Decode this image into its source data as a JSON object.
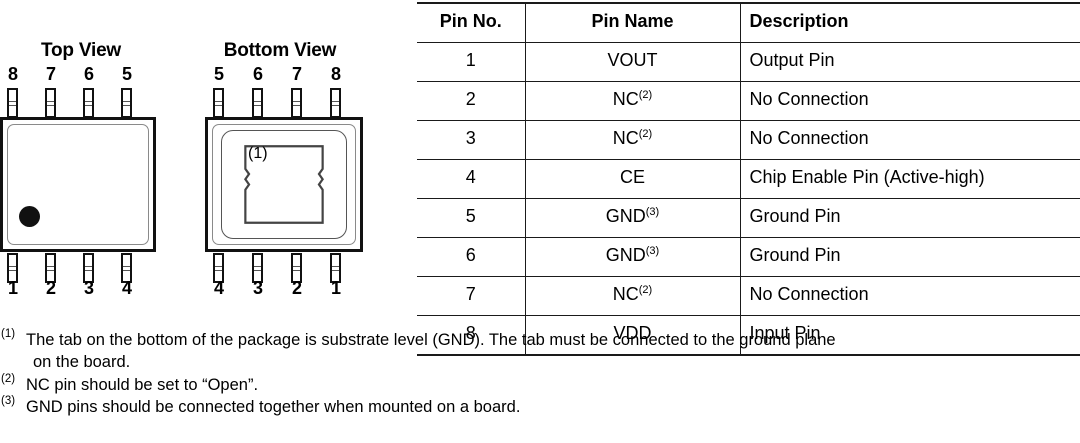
{
  "diagrams": {
    "top_view": {
      "title": "Top View",
      "top_pins": [
        "8",
        "7",
        "6",
        "5"
      ],
      "bottom_pins": [
        "1",
        "2",
        "3",
        "4"
      ],
      "pin1_marker": "dot"
    },
    "bottom_view": {
      "title": "Bottom View",
      "top_pins": [
        "5",
        "6",
        "7",
        "8"
      ],
      "bottom_pins": [
        "4",
        "3",
        "2",
        "1"
      ],
      "pad_label": "(1)"
    }
  },
  "table": {
    "headers": {
      "pin_no": "Pin No.",
      "pin_name": "Pin Name",
      "description": "Description"
    },
    "rows": [
      {
        "no": "1",
        "name": "VOUT",
        "name_sup": "",
        "description": "Output Pin"
      },
      {
        "no": "2",
        "name": "NC",
        "name_sup": "(2)",
        "description": "No Connection"
      },
      {
        "no": "3",
        "name": "NC",
        "name_sup": "(2)",
        "description": "No Connection"
      },
      {
        "no": "4",
        "name": "CE",
        "name_sup": "",
        "description": "Chip Enable Pin (Active-high)"
      },
      {
        "no": "5",
        "name": "GND",
        "name_sup": "(3)",
        "description": "Ground Pin"
      },
      {
        "no": "6",
        "name": "GND",
        "name_sup": "(3)",
        "description": "Ground Pin"
      },
      {
        "no": "7",
        "name": "NC",
        "name_sup": "(2)",
        "description": "No Connection"
      },
      {
        "no": "8",
        "name": "VDD",
        "name_sup": "",
        "description": "Input Pin"
      }
    ]
  },
  "footnotes": [
    {
      "marker": "(1)",
      "line1": "The tab on the bottom of the package is substrate level (GND). The tab must be connected to the ground plane",
      "line2": "on the board."
    },
    {
      "marker": "(2)",
      "line1": "NC pin should be set to “Open”.",
      "line2": ""
    },
    {
      "marker": "(3)",
      "line1": "GND pins should be connected together when mounted on a board.",
      "line2": ""
    }
  ],
  "colors": {
    "ink": "#000000",
    "line": "#1a1a1a",
    "gray_line": "#8a8a8a",
    "background": "#ffffff"
  }
}
